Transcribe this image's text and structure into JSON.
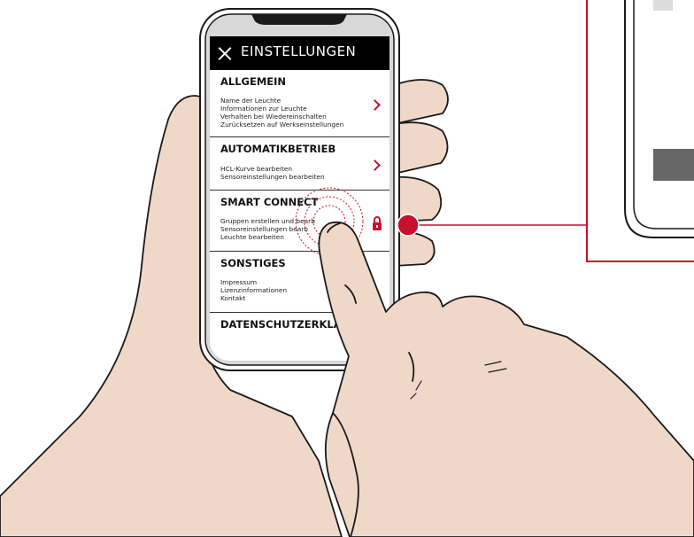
{
  "header": {
    "title": "EINSTELLUNGEN"
  },
  "sections": [
    {
      "title": "ALLGEMEIN",
      "items": [
        "Name der Leuchte",
        "Informationen zur Leuchte",
        "Verhalten bei Wiedereinschalten",
        "Zurücksetzen auf Werkseinstellungen"
      ],
      "indicator": "chevron-right-icon"
    },
    {
      "title": "AUTOMATIKBETRIEB",
      "items": [
        "HCL-Kurve bearbeiten",
        "Sensoreinstellungen bearbeiten"
      ],
      "indicator": "chevron-right-icon"
    },
    {
      "title": "SMART CONNECT",
      "items": [
        "Gruppen erstellen und bearb",
        "Sensoreinstellungen bearb",
        "Leuchte bearbeiten"
      ],
      "indicator": "lock-icon"
    },
    {
      "title": "SONSTIGES",
      "items": [
        "Impressum",
        "Lizenzinformationen",
        "Kontakt"
      ]
    },
    {
      "title": "DATENSCHUTZERKLÄR",
      "items": []
    }
  ],
  "colors": {
    "accent": "#c8102e",
    "skin": "#f0d8c8",
    "outline": "#1a1a1a",
    "phone_frame": "#d8d8d8",
    "title_bar": "#000000"
  }
}
